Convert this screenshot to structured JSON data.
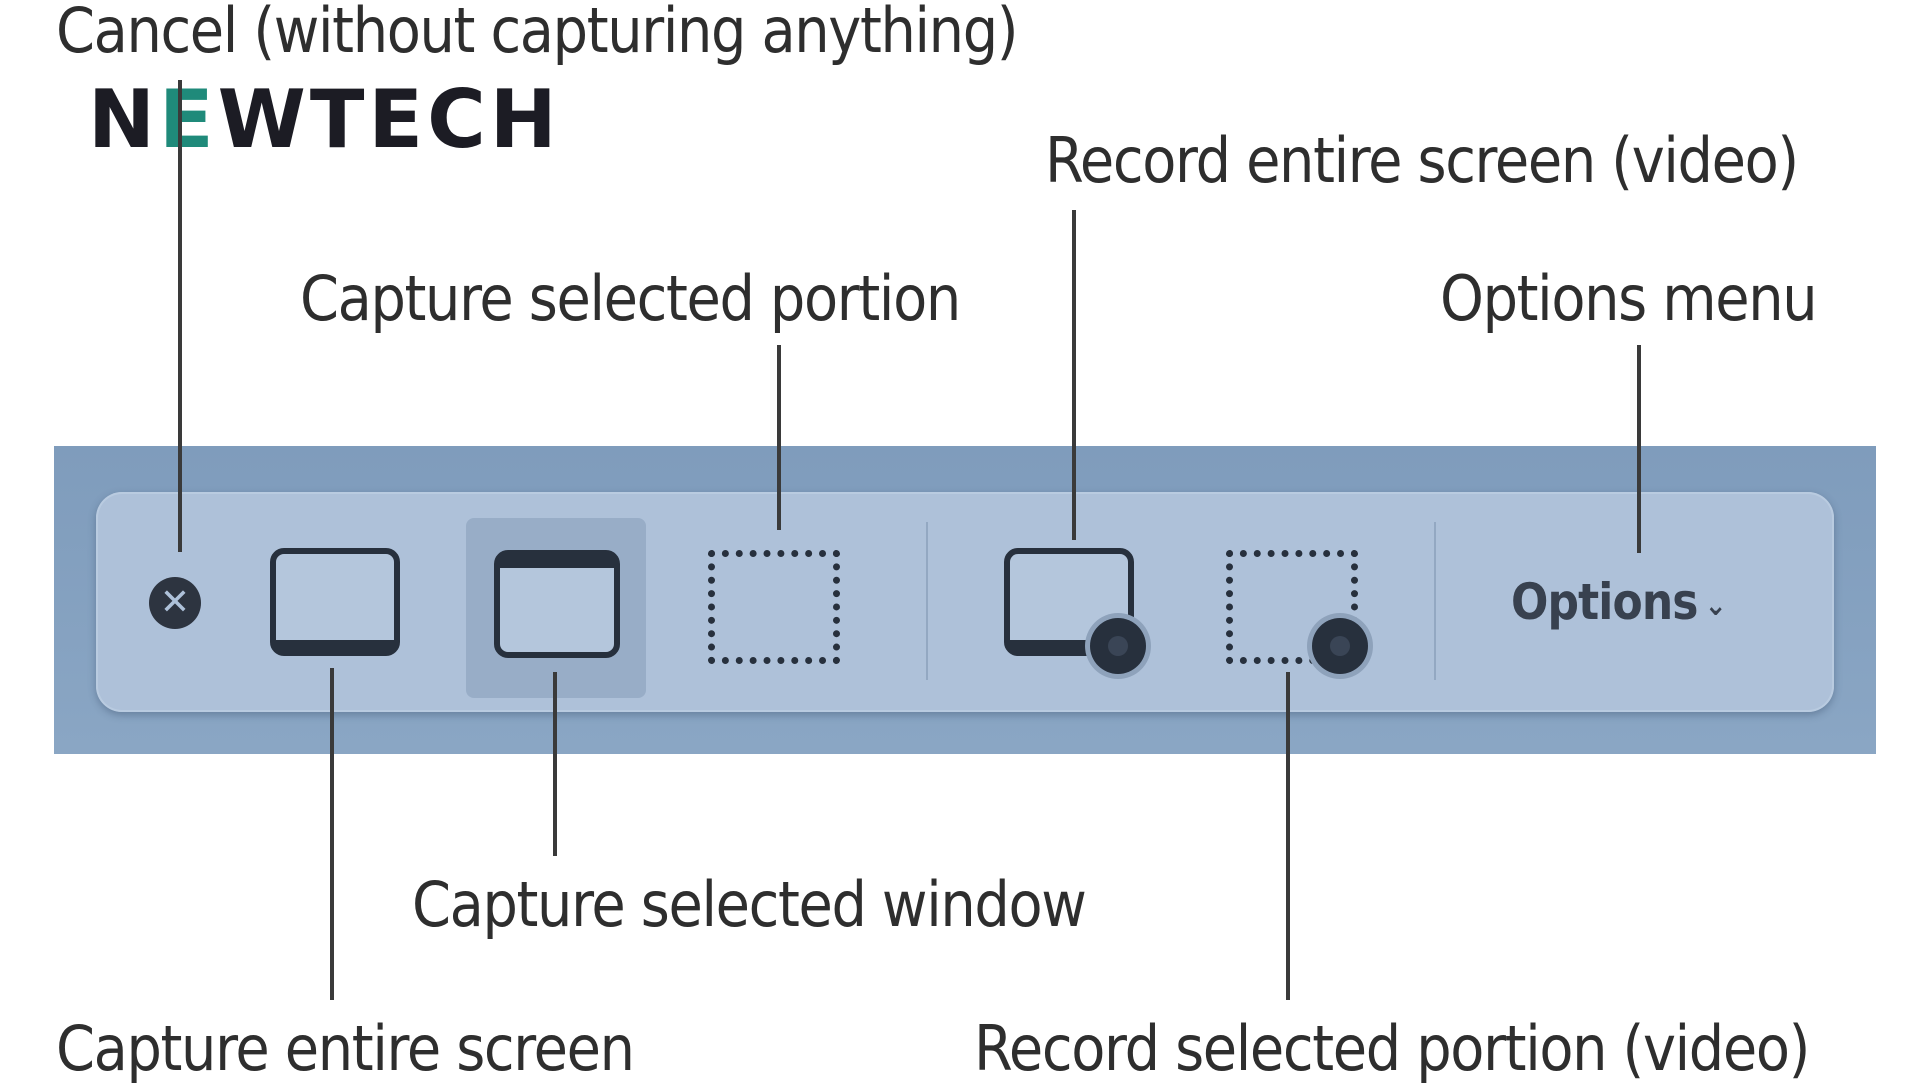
{
  "logo": {
    "text_before": "N",
    "accent_letter": "E",
    "text_after": "WTECH"
  },
  "callouts": {
    "cancel": "Cancel (without capturing anything)",
    "capture_entire_screen": "Capture entire screen",
    "capture_selected_window": "Capture selected window",
    "capture_selected_portion": "Capture selected portion",
    "record_entire_screen": "Record entire screen (video)",
    "record_selected_portion": "Record selected portion (video)",
    "options_menu": "Options menu"
  },
  "toolbar": {
    "cancel_glyph": "✕",
    "options_label": "Options",
    "options_chevron": "⌄",
    "icons": [
      "close-icon",
      "screen-icon",
      "window-icon",
      "dotted-selection-icon",
      "record-screen-icon",
      "record-selection-icon",
      "chevron-down-icon"
    ]
  },
  "colors": {
    "band": "#8aa6c4",
    "toolbar": "#aec1d9",
    "icon": "#27303d",
    "label_text": "#2e2e2e",
    "logo_accent": "#1f8a7a"
  }
}
